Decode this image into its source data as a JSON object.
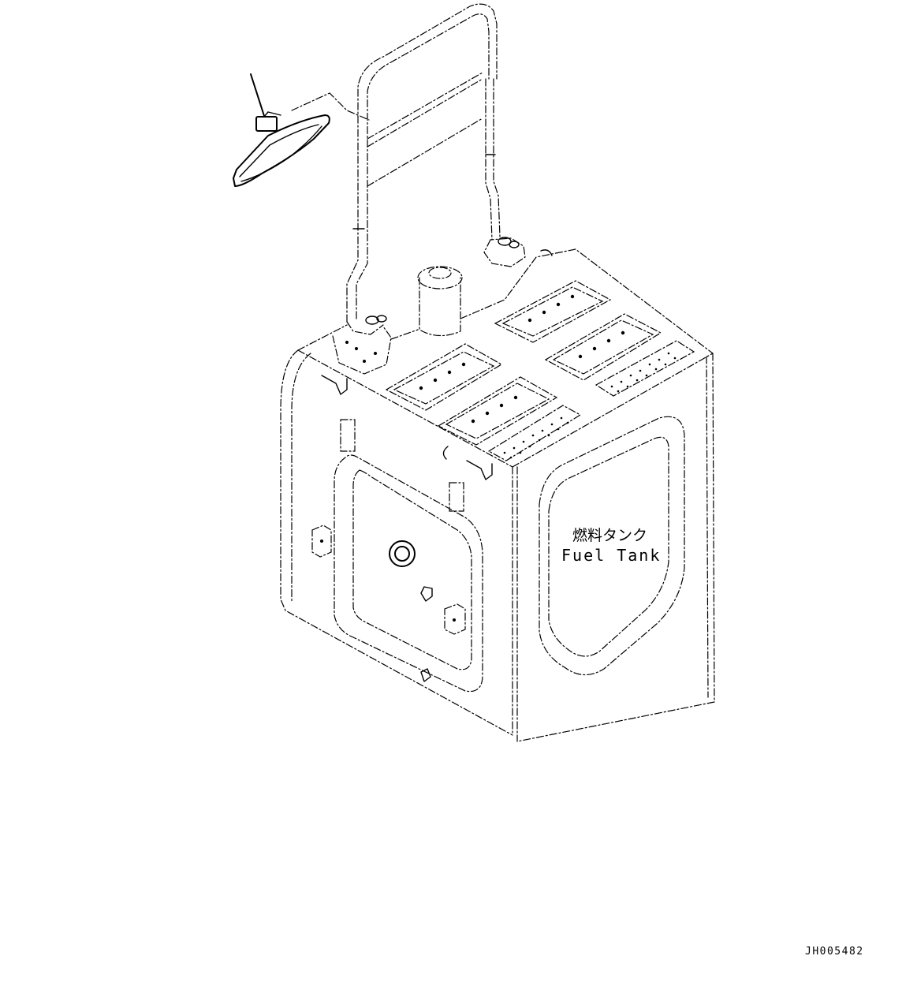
{
  "tank_label": {
    "japanese": "燃料タンク",
    "english": "Fuel Tank"
  },
  "drawing_code": "JH005482"
}
